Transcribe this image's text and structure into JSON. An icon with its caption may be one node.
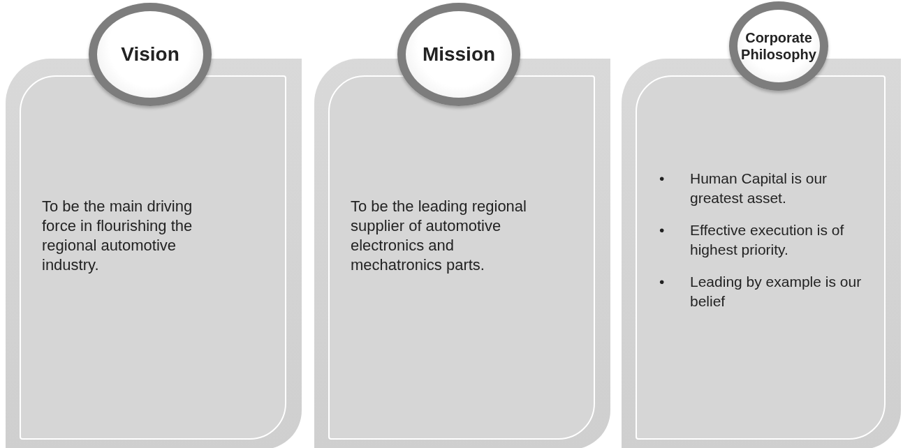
{
  "diagram": {
    "nodes": [
      {
        "text": [
          "Vision"
        ]
      },
      {
        "text": [
          "To be the main driving force in flourishing the regional automotive industry."
        ]
      },
      {
        "text": [
          "Mission"
        ]
      },
      {
        "text": [
          "To be the leading regional supplier of automotive electronics and mechatronics parts."
        ]
      },
      {
        "text": [
          "Corporate Philosophy"
        ]
      },
      {
        "text": [
          "Human Capital is our greatest asset.",
          "Effective execution is of highest priority.",
          "Leading by example is our belief"
        ]
      }
    ],
    "labels": [
      "•",
      "•",
      "•"
    ]
  }
}
